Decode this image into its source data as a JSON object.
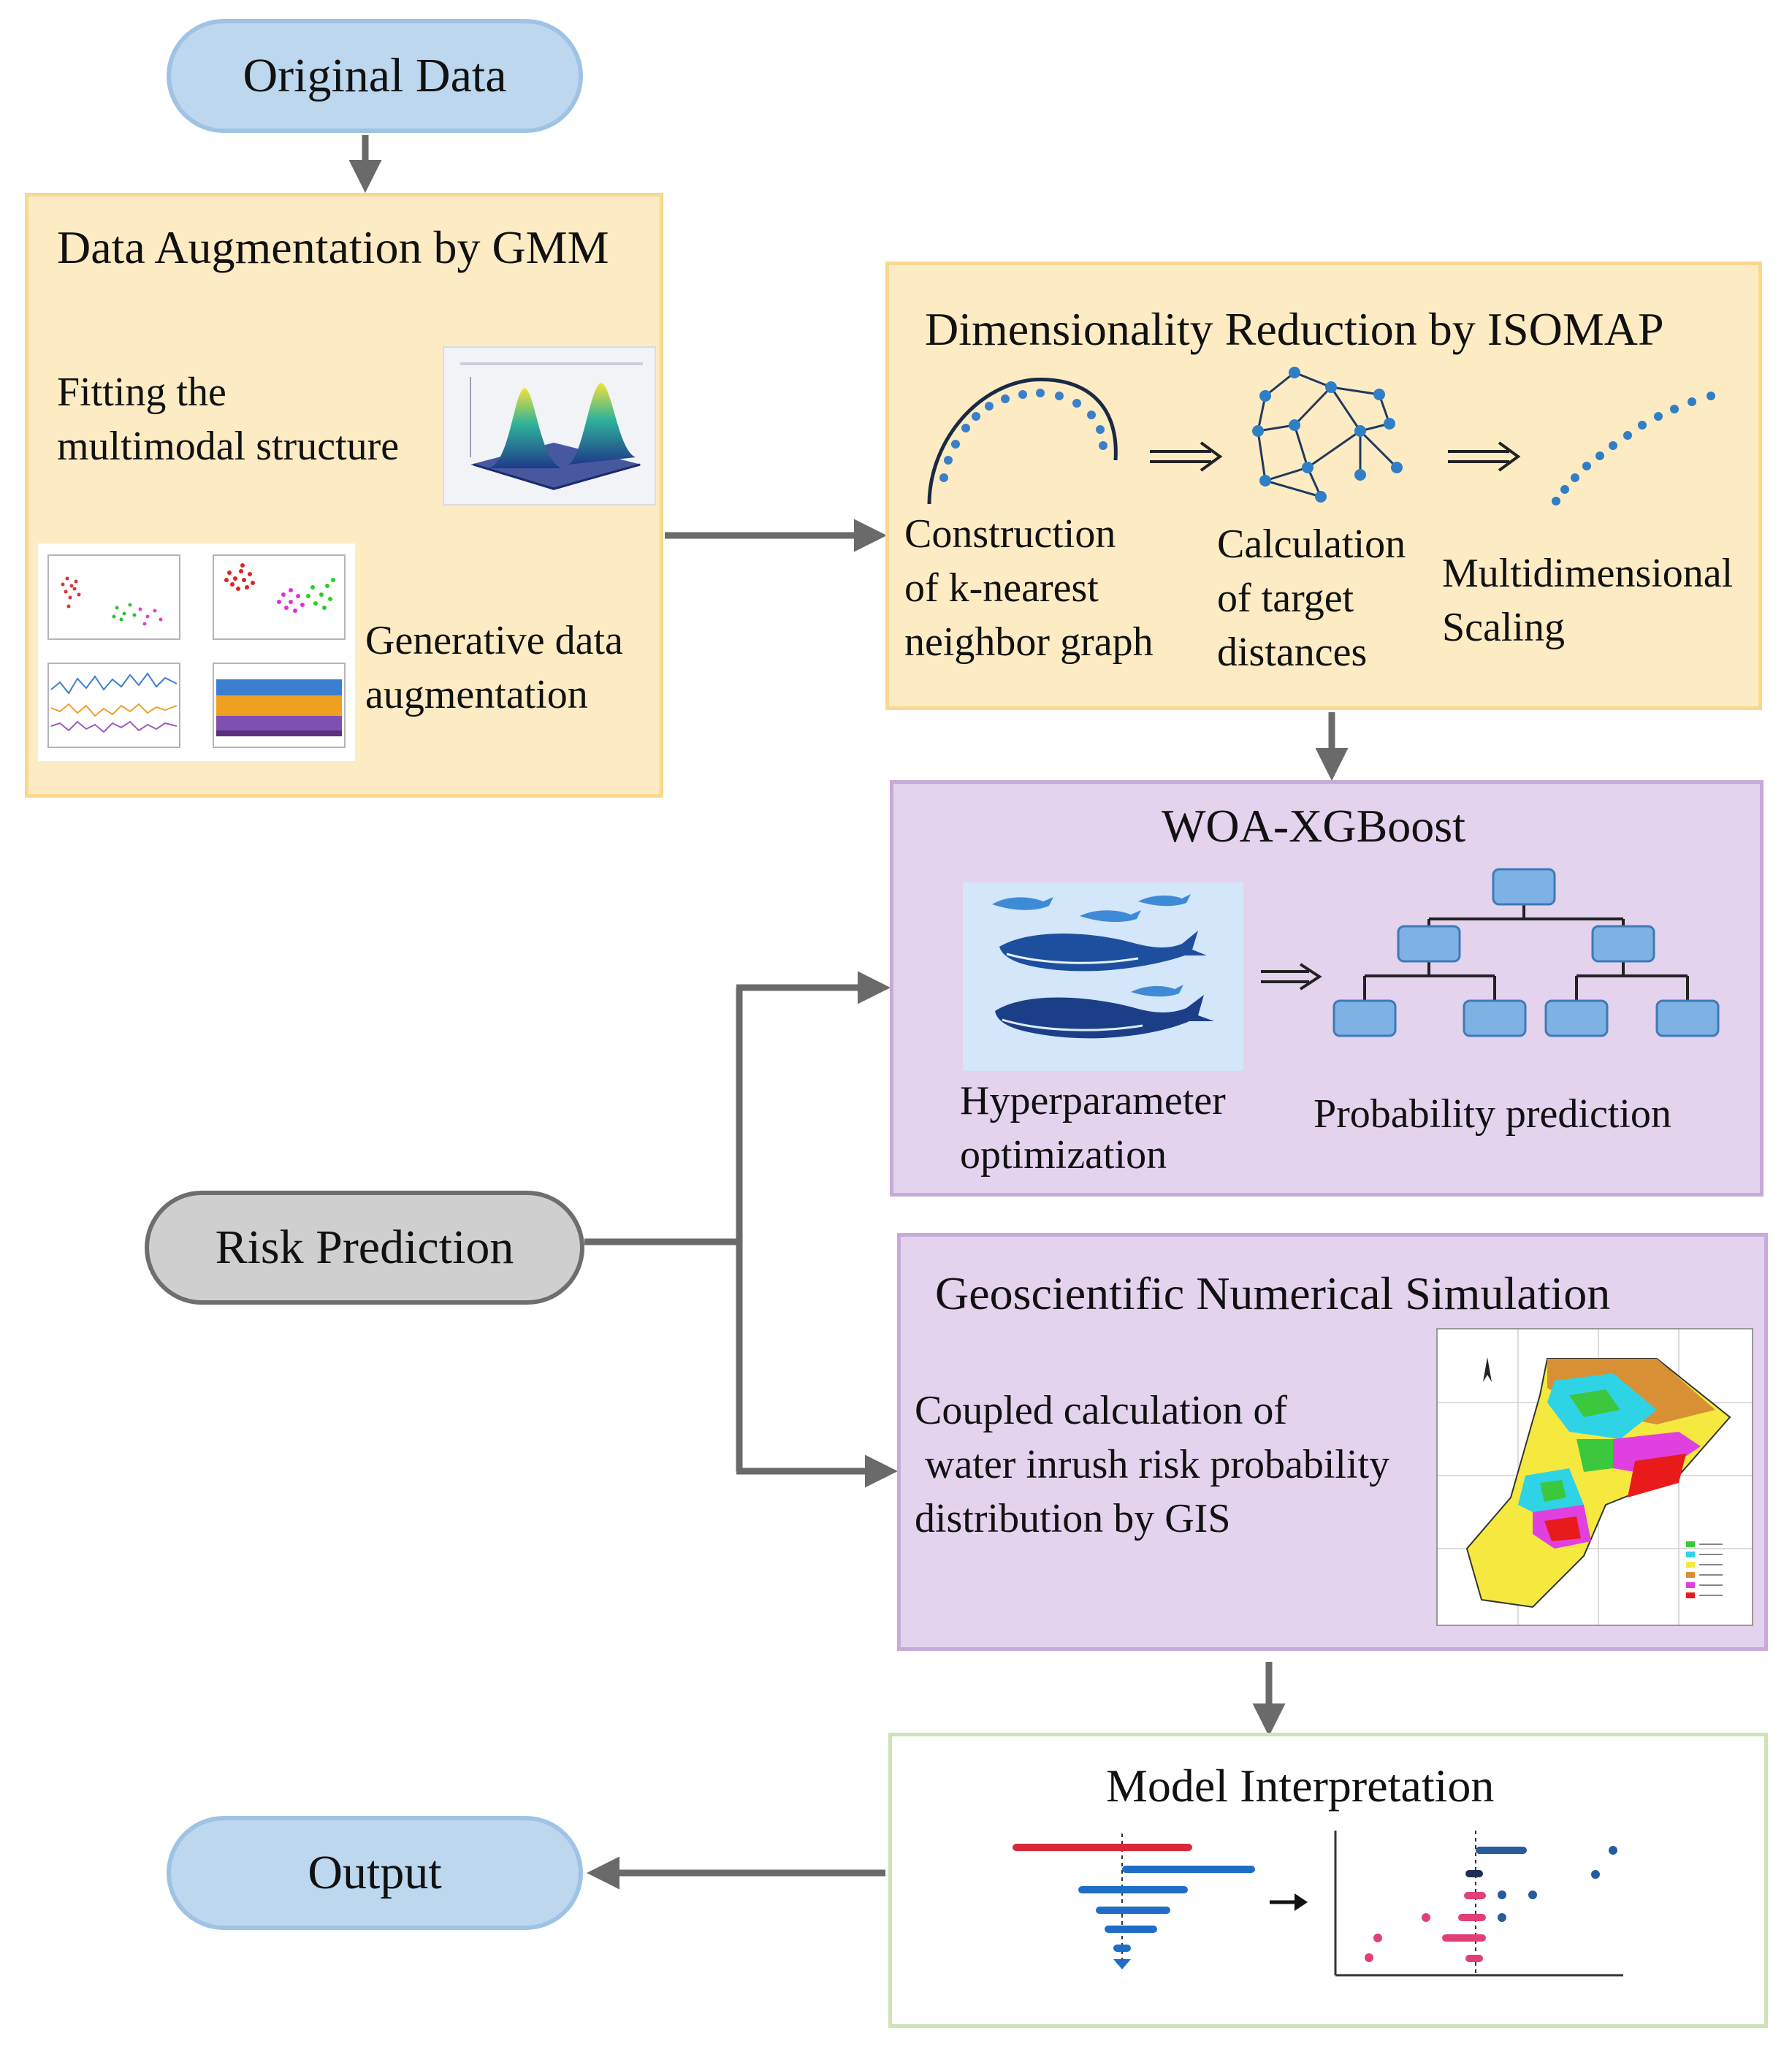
{
  "start": {
    "label": "Original Data"
  },
  "gmm": {
    "title": "Data Augmentation by GMM",
    "fit_label_1": "Fitting the",
    "fit_label_2": "multimodal structure",
    "gen_label_1": "Generative data",
    "gen_label_2": "augmentation"
  },
  "isomap": {
    "title": "Dimensionality Reduction by ISOMAP",
    "step1_1": "Construction",
    "step1_2": "of k-nearest",
    "step1_3": "neighbor graph",
    "step2_1": "Calculation",
    "step2_2": "of target",
    "step2_3": "distances",
    "step3_1": "Multidimensional",
    "step3_2": "Scaling"
  },
  "woa": {
    "title": "WOA-XGBoost",
    "hyper_1": "Hyperparameter",
    "hyper_2": "optimization",
    "prob": "Probability prediction"
  },
  "risk": {
    "label": "Risk Prediction"
  },
  "geo": {
    "title": "Geoscientific Numerical Simulation",
    "desc_1": "Coupled calculation of",
    "desc_2": " water inrush risk probability",
    "desc_3": "distribution by GIS"
  },
  "interp": {
    "title": "Model Interpretation"
  },
  "output": {
    "label": "Output"
  },
  "colors": {
    "arrow": "#6a6a6a",
    "pill_blue": "#bcd7ee",
    "pill_gray": "#cfcfcf",
    "box_yellow": "#fdebc4",
    "box_purple": "#e3d3ec",
    "box_green_border": "#cfe2b8"
  }
}
